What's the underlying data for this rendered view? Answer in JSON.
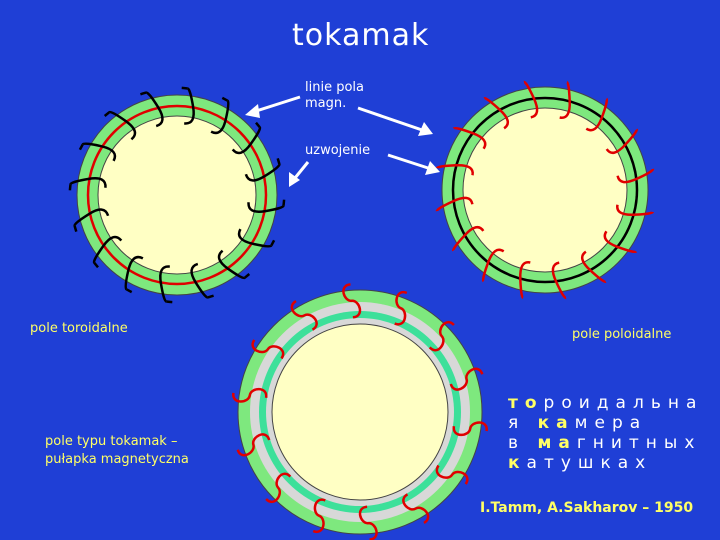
{
  "title": "tokamak",
  "labels": {
    "field_lines": "linie pola\nmagn.",
    "winding": "uzwojenie",
    "toroidal": "pole toroidalne",
    "poloidal": "pole poloidalne",
    "tokamak_field": "pole typu tokamak –\npułapka magnetyczna"
  },
  "russian": {
    "lines": [
      [
        {
          "t": "то",
          "h": true
        },
        {
          "t": "роидальна",
          "h": false
        }
      ],
      [
        {
          "t": "я ",
          "h": false
        },
        {
          "t": "ка",
          "h": true
        },
        {
          "t": "мера",
          "h": false
        }
      ],
      [
        {
          "t": "в ",
          "h": false
        },
        {
          "t": "ма",
          "h": true
        },
        {
          "t": "гнитных",
          "h": false
        }
      ],
      [
        {
          "t": "к",
          "h": true
        },
        {
          "t": "атушках",
          "h": false
        }
      ]
    ]
  },
  "credit": "I.Tamm, A.Sakharov – 1950",
  "colors": {
    "background": "#1f3fd6",
    "ring": "#7ee87e",
    "interior": "#ffffc4",
    "red": "#e00000",
    "dark": "#000000",
    "gray": "#d8d8d8",
    "arrow": "#ffffff"
  }
}
